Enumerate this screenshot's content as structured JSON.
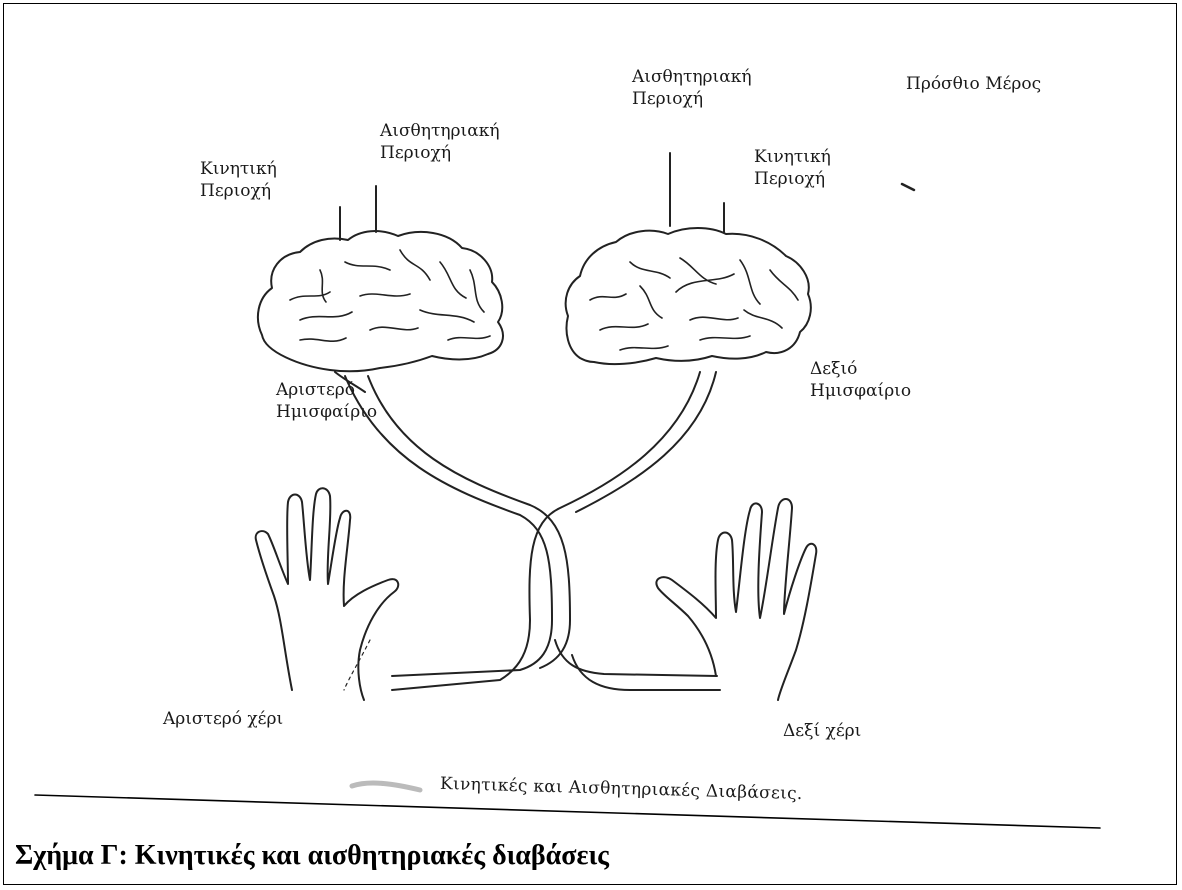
{
  "labels": {
    "motor_left_line1": "Κινητική",
    "motor_left_line2": "Περιοχή",
    "sensory_left_line1": "Αισθητηριακή",
    "sensory_left_line2": "Περιοχή",
    "sensory_right_line1": "Αισθητηριακή",
    "sensory_right_line2": "Περιοχή",
    "motor_right_line1": "Κινητική",
    "motor_right_line2": "Περιοχή",
    "front_part": "Πρόσθιο Μέρος",
    "left_hemisphere_line1": "Αριστερό",
    "left_hemisphere_line2": "Ημισφαίριο",
    "right_hemisphere_line1": "Δεξιό",
    "right_hemisphere_line2": "Ημισφαίριο",
    "left_hand": "Αριστερό χέρι",
    "right_hand": "Δεξί χέρι"
  },
  "scan_caption": "Κινητικές και Αισθητηριακές Διαβάσεις.",
  "figure_caption": "Σχήμα Γ: Κινητικές και αισθητηριακές διαβάσεις"
}
